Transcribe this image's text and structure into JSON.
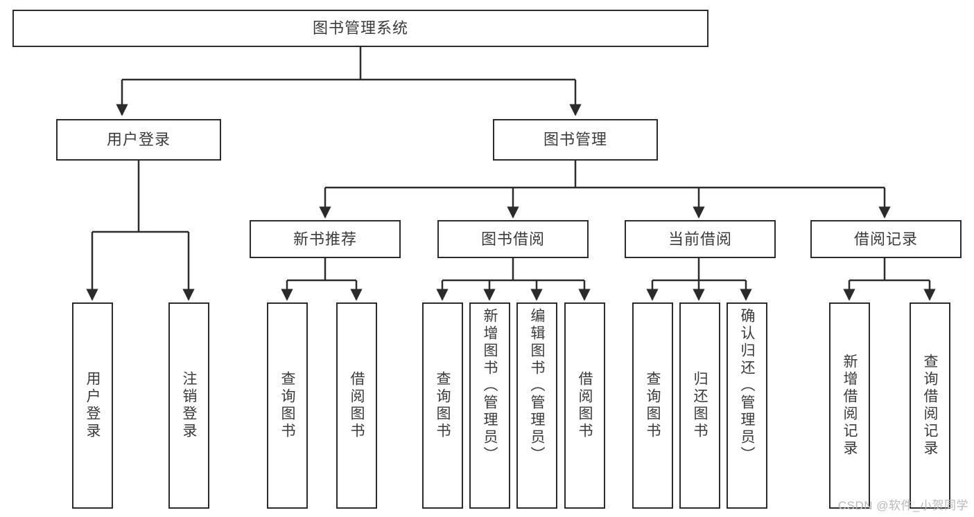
{
  "diagram": {
    "type": "tree-hierarchy",
    "title": "图书管理系统",
    "orientation": "top-down",
    "stroke_color": "#2b2b2b",
    "text_color": "#3a3a3a",
    "background": "#ffffff",
    "root": {
      "label": "图书管理系统"
    },
    "level2": [
      {
        "label": "用户登录"
      },
      {
        "label": "图书管理"
      }
    ],
    "level3": [
      {
        "label": "新书推荐"
      },
      {
        "label": "图书借阅"
      },
      {
        "label": "当前借阅"
      },
      {
        "label": "借阅记录"
      }
    ],
    "leaves": {
      "user_login": [
        {
          "label": "用户登录"
        },
        {
          "label": "注销登录"
        }
      ],
      "new_book_recommend": [
        {
          "label": "查询图书"
        },
        {
          "label": "借阅图书"
        }
      ],
      "book_borrow": [
        {
          "label": "查询图书"
        },
        {
          "label": "新增图书（管理员）"
        },
        {
          "label": "编辑图书（管理员）"
        },
        {
          "label": "借阅图书"
        }
      ],
      "current_borrow": [
        {
          "label": "查询图书"
        },
        {
          "label": "归还图书"
        },
        {
          "label": "确认归还（管理员）"
        }
      ],
      "borrow_record": [
        {
          "label": "新增借阅记录"
        },
        {
          "label": "查询借阅记录"
        }
      ]
    }
  },
  "watermark": {
    "text": "CSDN @软件_小贺同学"
  }
}
